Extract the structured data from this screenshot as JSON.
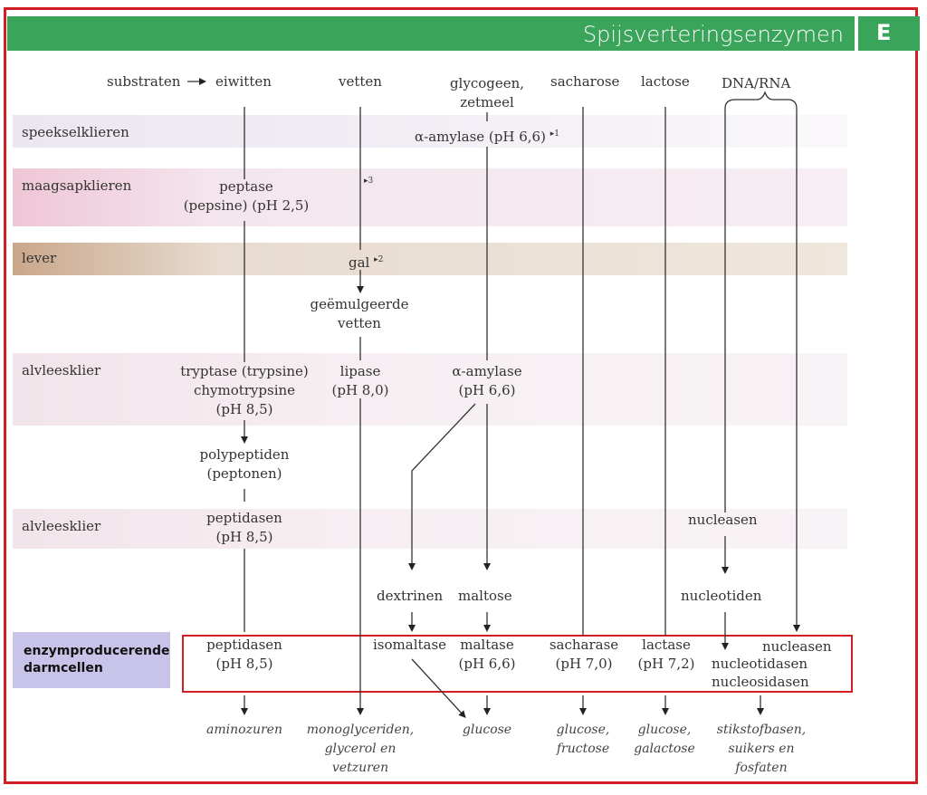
{
  "header": {
    "title": "Spijsverteringsenzymen",
    "letter": "E"
  },
  "colors": {
    "frame": "#d21f26",
    "header": "#3aa55a",
    "highlight": "#c8c3e8"
  },
  "substrates": {
    "label": "substraten",
    "eiwitten": "eiwitten",
    "vetten": "vetten",
    "glycogeen_1": "glycogeen,",
    "glycogeen_2": "zetmeel",
    "sacharose": "sacharose",
    "lactose": "lactose",
    "dna_rna": "DNA/RNA"
  },
  "rows": {
    "speekselklieren": "speekselklieren",
    "maagsapklieren": "maagsapklieren",
    "lever": "lever",
    "alvleesklier_1": "alvleesklier",
    "alvleesklier_2": "alvleesklier",
    "darmcellen_1": "enzymproducerende",
    "darmcellen_2": "darmcellen"
  },
  "enzymes": {
    "amylase_speeksel": "α-amylase (pH 6,6)",
    "note_1": "1",
    "peptase_1": "peptase",
    "peptase_2": "(pepsine) (pH 2,5)",
    "note_3": "3",
    "gal": "gal",
    "note_2": "2",
    "geemulgeerd_1": "geëmulgeerde",
    "geemulgeerd_2": "vetten",
    "tryptase_1": "tryptase (trypsine)",
    "tryptase_2": "chymotrypsine",
    "tryptase_3": "(pH 8,5)",
    "lipase_1": "lipase",
    "lipase_2": "(pH 8,0)",
    "amylase_alv_1": "α-amylase",
    "amylase_alv_2": "(pH 6,6)",
    "polypeptiden_1": "polypeptiden",
    "polypeptiden_2": "(peptonen)",
    "peptidasen_alv_1": "peptidasen",
    "peptidasen_alv_2": "(pH 8,5)",
    "nucleasen_alv": "nucleasen",
    "dextrinen": "dextrinen",
    "maltose": "maltose",
    "nucleotiden": "nucleotiden",
    "peptidasen_darm_1": "peptidasen",
    "peptidasen_darm_2": "(pH 8,5)",
    "isomaltase": "isomaltase",
    "maltase_1": "maltase",
    "maltase_2": "(pH 6,6)",
    "sacharase_1": "sacharase",
    "sacharase_2": "(pH 7,0)",
    "lactase_1": "lactase",
    "lactase_2": "(pH 7,2)",
    "nucleasen_darm": "nucleasen",
    "nucleotidasen": "nucleotidasen",
    "nucleosidasen": "nucleosidasen"
  },
  "products": {
    "aminozuren": "aminozuren",
    "mono_1": "monoglyceriden,",
    "mono_2": "glycerol en",
    "mono_3": "vetzuren",
    "glucose": "glucose",
    "glucose_fructose_1": "glucose,",
    "glucose_fructose_2": "fructose",
    "glucose_galactose_1": "glucose,",
    "glucose_galactose_2": "galactose",
    "stikstof_1": "stikstofbasen,",
    "stikstof_2": "suikers en",
    "stikstof_3": "fosfaten"
  }
}
